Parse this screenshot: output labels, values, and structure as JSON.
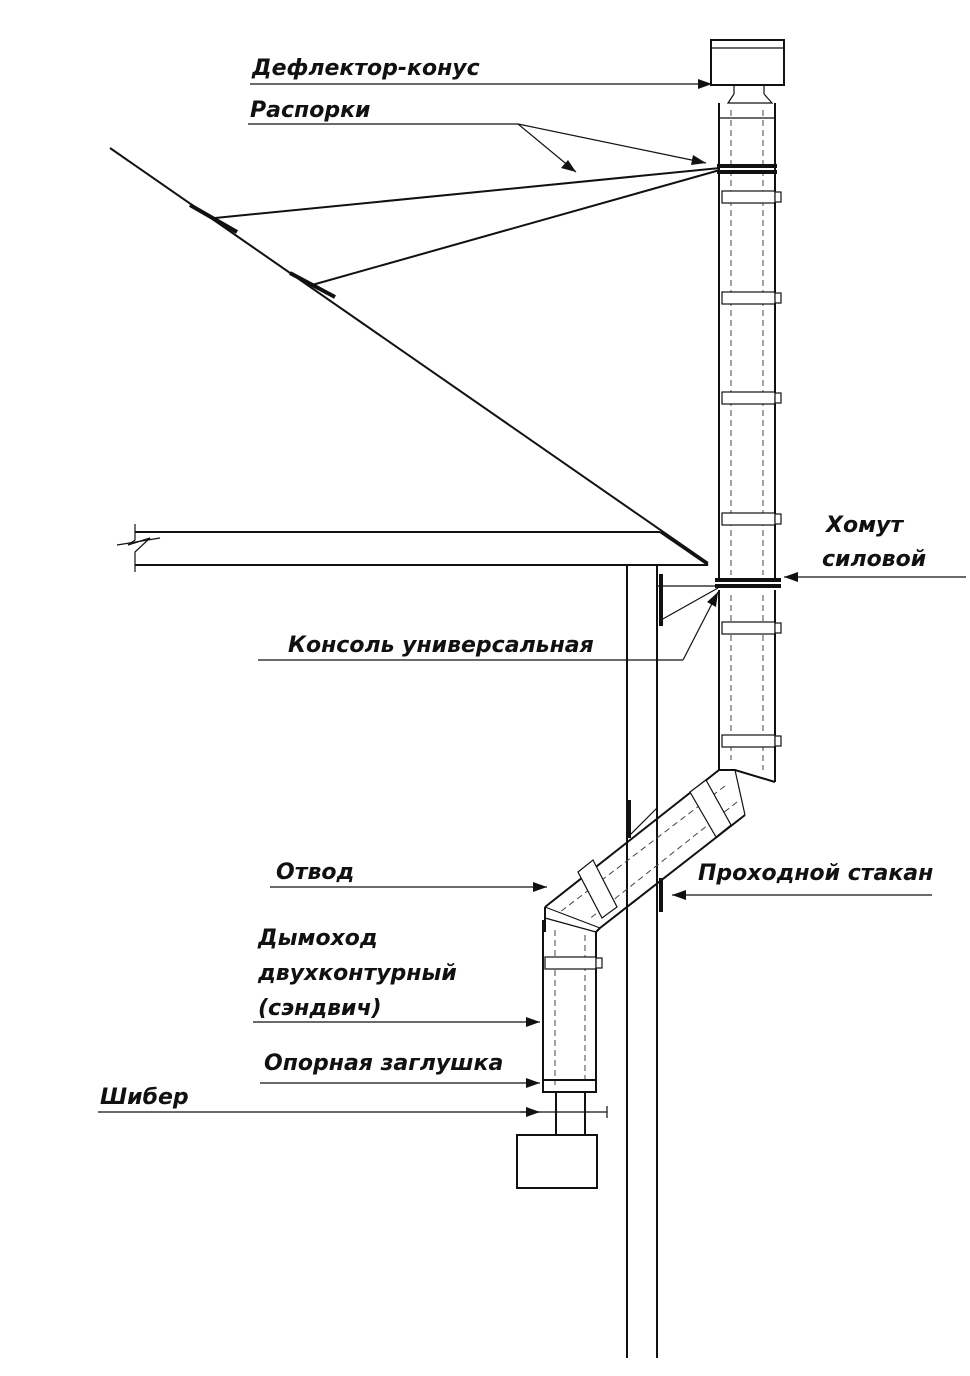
{
  "labels": {
    "deflector": "Дефлектор-конус",
    "braces": "Распорки",
    "clamp_line1": "Хомут",
    "clamp_line2": "силовой",
    "console": "Консоль универсальная",
    "elbow": "Отвод",
    "pass_through": "Проходной стакан",
    "chimney_line1": "Дымоход",
    "chimney_line2": "двухконтурный",
    "chimney_line3": "(сэндвич)",
    "support_cap": "Опорная заглушка",
    "damper": "Шибер"
  }
}
